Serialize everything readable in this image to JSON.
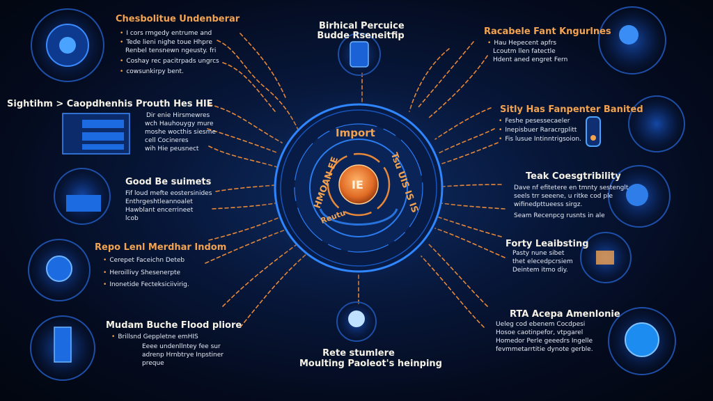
{
  "center": {
    "top": "Import",
    "left": "HMOAN EE",
    "right": "Tsu UIS IS IS",
    "bottom": "Reutu",
    "core": "IE"
  },
  "nodes": {
    "n1": {
      "title": "Chesbolitue Undenberar",
      "lines": [
        "I cors rmgedy entrume and",
        "Tede lieni nighe toue Hhpre",
        "Renbel tensnewn ngeusty. fri",
        "Coshay rec pacitrpads ungrcs",
        "cowsunkirpy bent."
      ]
    },
    "n2": {
      "title": "Birhical Percuice",
      "subtitle": "Budde Rseneitfip"
    },
    "n3": {
      "title": "Racabele Fant Kngurlnes",
      "lines": [
        "Hau Hepecent apfrs",
        "Lcoutm llen fatectle",
        "Hdent aned engret Fern"
      ]
    },
    "n4": {
      "title": "Sightihm > Caopdhenhis Prouth Hes HIE",
      "lines": [
        "Dir enie Hirsmewres",
        "wch Hauhouygy mure",
        "moshe wocthis siesme",
        "cell Cocineres",
        "wih Hie peusnect"
      ]
    },
    "n5": {
      "title": "Sitly Has Fanpenter Banited",
      "lines": [
        "Feshe pesessecaeler",
        "Inepisbuer Raracrgplitt",
        "Fis lusue Intinntrigsoion."
      ]
    },
    "n6": {
      "title": "Good Be suimets",
      "lines": [
        "Fif loud mefte eostersinides",
        "Enthrgeshtleannoalet",
        "Hawblant encerrineet",
        "lcob"
      ]
    },
    "n7": {
      "title": "Teak Coesgtribility",
      "lines": [
        "Dave nf efitetere en tmnty sestenglt",
        "seels trr seeene, u ritke cod ple",
        "wifinedpttueess sirgz.",
        "Seam Recenpcg rusnts in ale"
      ]
    },
    "n8": {
      "title": "Repo Lenl Merdhar Indom",
      "lines": [
        "Cerepet Faceichn Deteb",
        "Heroillivy Shesenerpte",
        "Inonetide Fecteksiciivirig."
      ]
    },
    "n9": {
      "title": "Forty Leaibsting",
      "lines": [
        "Pasty nune sibet",
        "thet elecedpcrsiem",
        "Deintem itmo diy."
      ]
    },
    "n10": {
      "title": "Mudam Buche Flood pliore",
      "lines": [
        "Brillsnd Geppletne emHIS",
        "Eeee undenllntey fee sur",
        "adrenp Hrnbtrye Inpstiner",
        "preque"
      ]
    },
    "n11": {
      "title": "Rete stumlere",
      "subtitle": "Moulting Paoleot's heinping"
    },
    "n12": {
      "title": "RTA Acepa Amenlonie",
      "lines": [
        "Ueleg cod ebenem Cocdpesi",
        "Hosoe caotinpefor, vtpgarel",
        "Homedor Perle geeedrs Ingelle",
        "fevmmetarrtitie dynote gerble."
      ]
    }
  },
  "colors": {
    "accent": "#f3a350",
    "glow": "#2f86ff",
    "text": "#e6ebf5",
    "bg": "#040a1c"
  }
}
